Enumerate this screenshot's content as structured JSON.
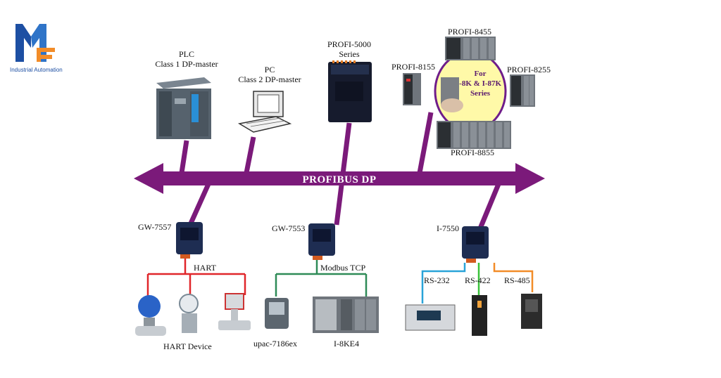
{
  "brand": {
    "tagline": "Industrial Automation",
    "colors": {
      "blue": "#1d4fa3",
      "orange": "#f28c28"
    }
  },
  "bus": {
    "label": "PROFIBUS DP",
    "color": "#7b1a7a"
  },
  "devices": {
    "plc": {
      "line1": "PLC",
      "line2": "Class 1 DP-master"
    },
    "pc": {
      "line1": "PC",
      "line2": "Class 2 DP-master"
    },
    "profi5000": {
      "line1": "PROFI-5000",
      "line2": "Series"
    },
    "profi8455": "PROFI-8455",
    "profi8155": "PROFI-8155",
    "profi8255": "PROFI-8255",
    "profi8855": "PROFI-8855",
    "oval": {
      "line1": "For",
      "line2": "I-8K & I-87K",
      "line3": "Series"
    }
  },
  "gateways": {
    "gw7557": "GW-7557",
    "gw7553": "GW-7553",
    "i7550": "I-7550"
  },
  "protocols": {
    "hart": "HART",
    "modbus": "Modbus TCP",
    "rs232": "RS-232",
    "rs422": "RS-422",
    "rs485": "RS-485"
  },
  "field": {
    "hart_device": "HART Device",
    "upac": "upac-7186ex",
    "i8ke4": "I-8KE4"
  },
  "line_colors": {
    "hart": "#e0262a",
    "modbus": "#2e8b57",
    "rs232": "#29a3d8",
    "rs422": "#39c23a",
    "rs485": "#f28c28"
  }
}
